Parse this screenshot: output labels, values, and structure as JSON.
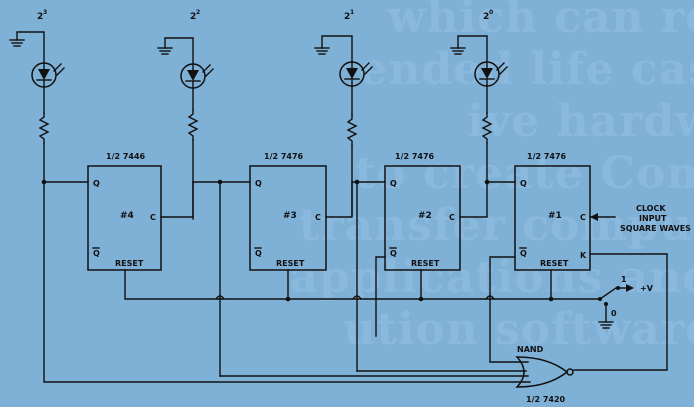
{
  "background_text": [
    "which can re",
    "ended life cas",
    "ive hardw",
    "to create Com",
    "transfer comput",
    "applications and",
    "ution software"
  ],
  "bit_labels": {
    "b3": {
      "base": "2",
      "exp": "3"
    },
    "b2": {
      "base": "2",
      "exp": "2"
    },
    "b1": {
      "base": "2",
      "exp": "1"
    },
    "b0": {
      "base": "2",
      "exp": "0"
    }
  },
  "chips": {
    "ff4": {
      "title": "1/2 7446",
      "name": "#4",
      "q": "Q",
      "qbar": "Q",
      "c": "C",
      "reset": "RESET"
    },
    "ff3": {
      "title": "1/2 7476",
      "name": "#3",
      "q": "Q",
      "qbar": "Q",
      "c": "C",
      "reset": "RESET"
    },
    "ff2": {
      "title": "1/2 7476",
      "name": "#2",
      "q": "Q",
      "qbar": "Q",
      "c": "C",
      "reset": "RESET"
    },
    "ff1": {
      "title": "1/2 7476",
      "name": "#1",
      "q": "Q",
      "qbar": "Q",
      "c": "C",
      "k": "K",
      "reset": "RESET"
    }
  },
  "clock_input": {
    "line1": "CLOCK",
    "line2": "INPUT",
    "line3": "SQUARE WAVES"
  },
  "switch": {
    "on_label": "1",
    "off_label": "0",
    "supply": "+V"
  },
  "gate": {
    "type_label": "NAND",
    "part_label": "1/2 7420"
  },
  "colors": {
    "background": "#7fb0d6",
    "ink": "#111111"
  }
}
